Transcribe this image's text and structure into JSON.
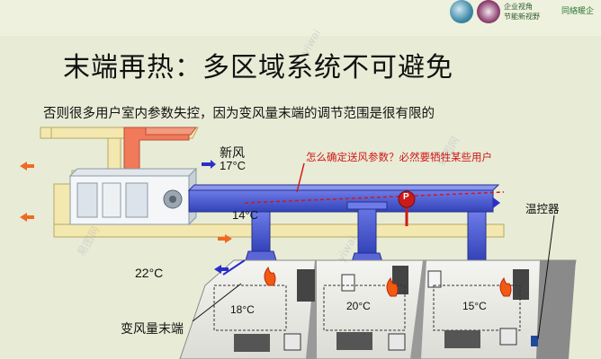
{
  "header": {
    "logo_text_line1": "企业视角",
    "logo_text_line2": "节能新视野",
    "logo_tag": "同絡暖企"
  },
  "title": "末端再热：多区域系统不可避免",
  "subtitle": "否则很多用户室内参数失控，因为变风量末端的调节范围是很有限的",
  "question": "怎么确定送风参数？必然要牺牲某些用户",
  "labels": {
    "fresh_air": "新风",
    "fresh_air_temp": "17°C",
    "supply_temp": "14°C",
    "room_temp": "22°C",
    "zone1_temp": "18°C",
    "zone2_temp": "20°C",
    "zone3_temp": "15°C",
    "vav_terminal": "变风量末端",
    "thermostat": "温控器",
    "pressure_sensor": "P"
  },
  "colors": {
    "duct_return": "#f3e8b0",
    "duct_supply": "#4f5fd6",
    "outdoor_air": "#f07a5a",
    "question_text": "#d01818",
    "arrow_orange": "#f06a22",
    "arrow_blue": "#2a2fc8",
    "sensor_red": "#cc1a1a"
  },
  "watermarks": [
    "yiwai",
    "易图网",
    "易图网",
    "yiwai"
  ]
}
